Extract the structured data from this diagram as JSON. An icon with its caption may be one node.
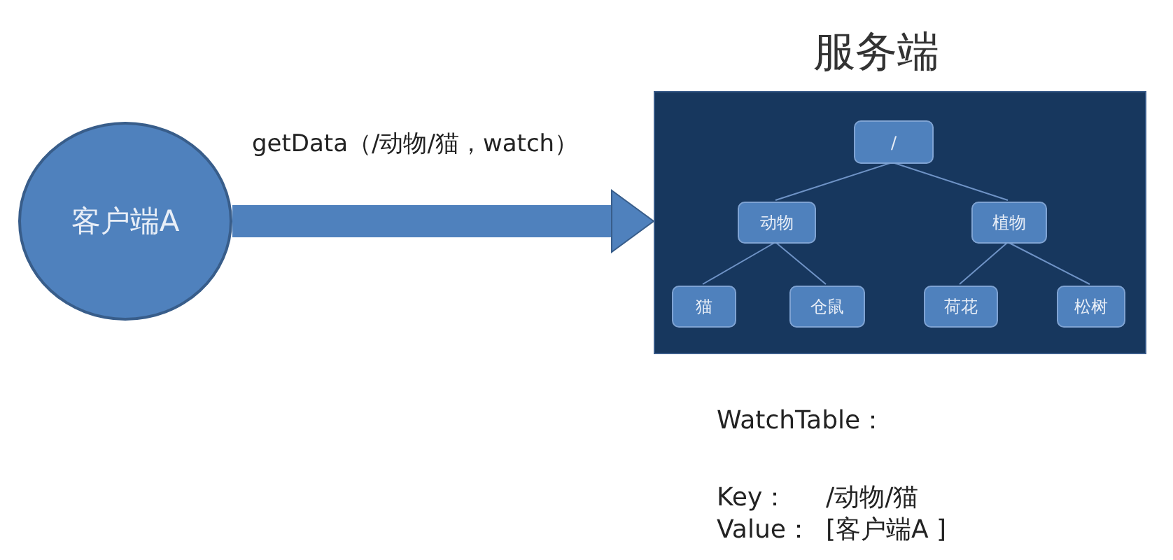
{
  "diagram": {
    "nodes": [
      {
        "text": [
          "客户端A"
        ]
      },
      {
        "text": [
          "服务端"
        ]
      },
      {
        "text": [
          "/"
        ],
        "in": 1
      },
      {
        "text": [
          "动物"
        ],
        "in": 1
      },
      {
        "text": [
          "植物"
        ],
        "in": 1
      },
      {
        "text": [
          "猫"
        ],
        "in": 1
      },
      {
        "text": [
          "仓鼠"
        ],
        "in": 1
      },
      {
        "text": [
          "荷花"
        ],
        "in": 1
      },
      {
        "text": [
          "松树"
        ],
        "in": 1
      }
    ],
    "edges": [
      {
        "from": 0,
        "to": 1,
        "arrow": "to",
        "label": "getData（/动物/猫，watch）",
        "style": "thick",
        "color": "#4f81bd"
      },
      {
        "from": 2,
        "to": 3,
        "arrow": "none"
      },
      {
        "from": 2,
        "to": 4,
        "arrow": "none"
      },
      {
        "from": 3,
        "to": 5,
        "arrow": "none"
      },
      {
        "from": 3,
        "to": 6,
        "arrow": "none"
      },
      {
        "from": 4,
        "to": 7,
        "arrow": "none"
      },
      {
        "from": 4,
        "to": 8,
        "arrow": "none"
      }
    ],
    "labels": [
      "WatchTable：",
      "Key：",
      "/动物/猫",
      "Value：",
      "[客户端A ]"
    ]
  }
}
